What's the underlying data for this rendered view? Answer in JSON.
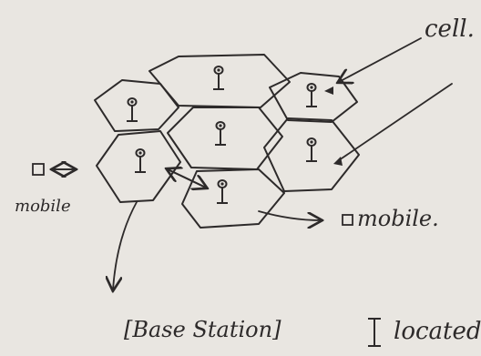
{
  "labels": {
    "cell": "cell.",
    "mobile_left": "mobile",
    "mobile_right": "mobile.",
    "base_station": "[Base Station]",
    "located": "located"
  },
  "colors": {
    "paper": "#e9e6e1",
    "ink": "#2d2a2a"
  },
  "icons": {
    "tower": "antenna-tower-icon",
    "handset": "square-mobile-icon"
  }
}
